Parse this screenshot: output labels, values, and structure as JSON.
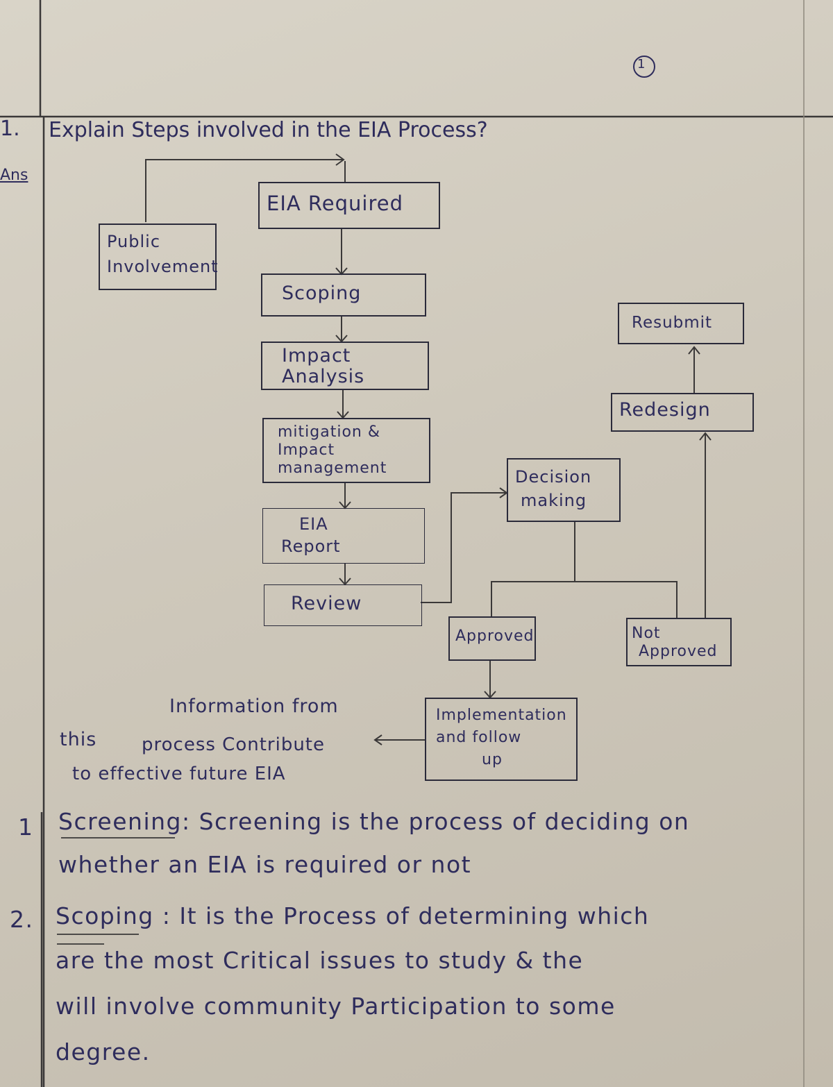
{
  "page": {
    "page_number": "1",
    "question_number": "1.",
    "question": "Explain Steps involved in the EIA Process?",
    "answer_label": "Ans"
  },
  "flowchart": {
    "eia_required": "EIA Required",
    "public_involvement": [
      "Public",
      "Involvement"
    ],
    "scoping": "Scoping",
    "impact_analysis": [
      "Impact",
      "Analysis"
    ],
    "mitigation": [
      "mitigation &",
      "Impact",
      "management"
    ],
    "eia_report": [
      "EIA",
      "Report"
    ],
    "review": "Review",
    "decision_making": [
      "Decision",
      "making"
    ],
    "resubmit": "Resubmit",
    "redesign": "Redesign",
    "approved": "Approved",
    "not_approved": [
      "Not",
      "Approved"
    ],
    "implementation": [
      "Implementation",
      "and follow",
      "up"
    ],
    "info_note": [
      "Information from",
      "this",
      "process Contribute",
      "to effective future EIA"
    ]
  },
  "points": [
    {
      "number": "1",
      "title": "Screening",
      "lines": [
        "Screening: Screening is the process of deciding on",
        "whether an EIA is required or not"
      ]
    },
    {
      "number": "2.",
      "title": "Scoping",
      "lines": [
        "Scoping : It is the Process of determining which",
        "are the most Critical issues to study & the",
        "will involve community Participation to some",
        "degree."
      ]
    }
  ]
}
